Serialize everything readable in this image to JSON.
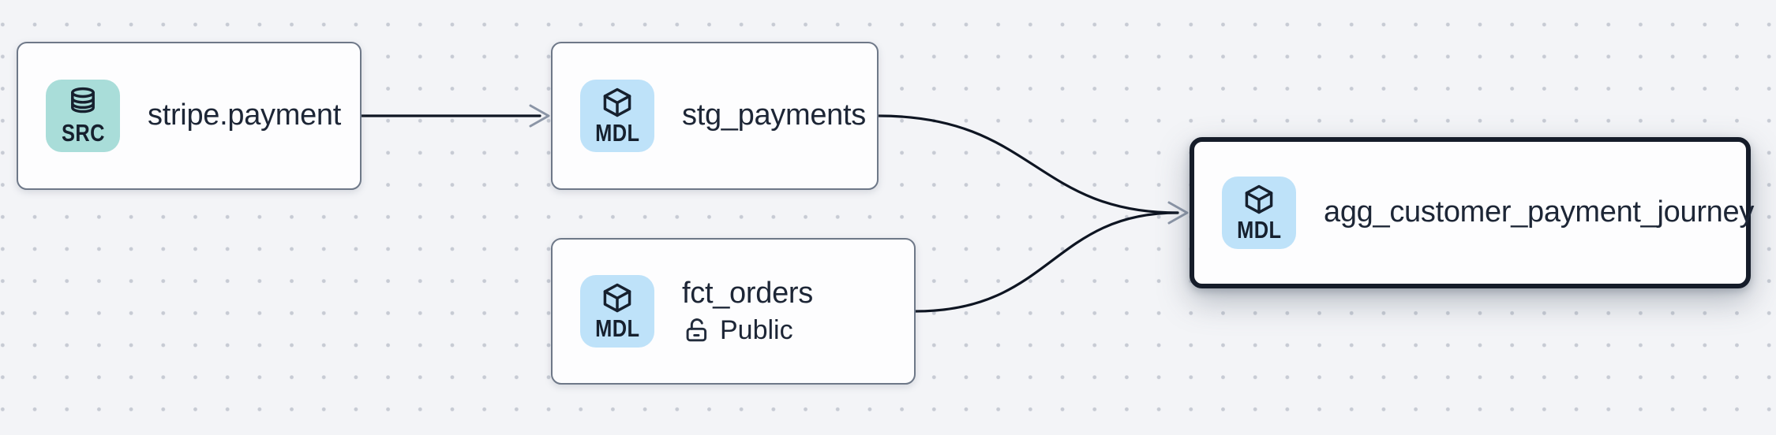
{
  "canvas": {
    "type": "lineage-graph-canvas",
    "background_color": "#f3f4f7",
    "dot_color": "#c7cbd4"
  },
  "colors": {
    "node_background": "#fdfdfe",
    "node_border": "#6e7888",
    "selected_node_border": "#151c29",
    "title_text": "#1d2636",
    "edge": "#0e1522",
    "arrowhead": "#8b95a6",
    "src_badge_background": "#a9ddd9",
    "mdl_badge_background": "#bee2f9",
    "badge_content": "#16202e"
  },
  "nodes": [
    {
      "label": "stripe.payment",
      "type": "source",
      "selected": false,
      "badge": {
        "label": "SRC",
        "icon": "database-icon"
      }
    },
    {
      "label": "stg_payments",
      "type": "model",
      "selected": false,
      "badge": {
        "label": "MDL",
        "icon": "cube-icon"
      }
    },
    {
      "label": "fct_orders",
      "type": "model",
      "selected": false,
      "badge": {
        "label": "MDL",
        "icon": "cube-icon"
      },
      "access": {
        "label": "Public",
        "icon": "lock-open-icon"
      }
    },
    {
      "label": "agg_customer_payment_journey",
      "type": "model",
      "selected": true,
      "badge": {
        "label": "MDL",
        "icon": "cube-icon"
      }
    }
  ],
  "edges": [
    {
      "from": "stripe.payment",
      "to": "stg_payments"
    },
    {
      "from": "stg_payments",
      "to": "agg_customer_payment_journey"
    },
    {
      "from": "fct_orders",
      "to": "agg_customer_payment_journey"
    }
  ]
}
